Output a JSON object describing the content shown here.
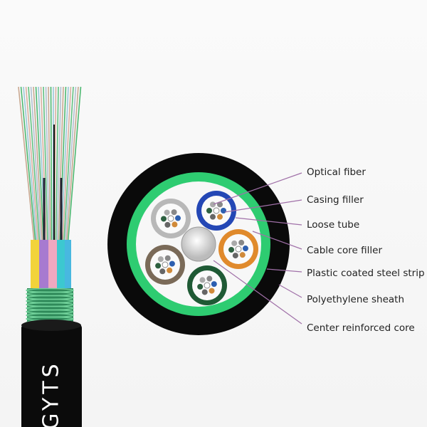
{
  "cable": {
    "brand_text": "GYTS"
  },
  "labels": [
    {
      "text": "Optical fiber"
    },
    {
      "text": "Casing filler"
    },
    {
      "text": "Loose tube"
    },
    {
      "text": "Cable core filler"
    },
    {
      "text": "Plastic coated steel strip"
    },
    {
      "text": "Polyethylene sheath"
    },
    {
      "text": "Center reinforced core"
    }
  ],
  "colors": {
    "sheath": "#0a0a0a",
    "steel_strip": "#2ecc71",
    "leader_line": "#a070a8",
    "tubes": [
      "#2447b5",
      "#b8b8b8",
      "#e08a2c",
      "#7a6a58",
      "#1f5a35"
    ]
  }
}
